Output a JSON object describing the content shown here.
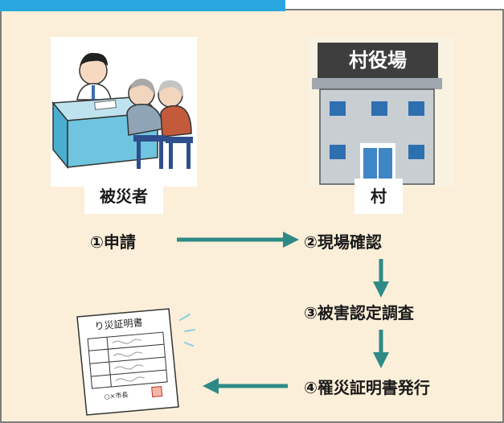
{
  "labels": {
    "victim": "被災者",
    "village": "村",
    "sign": "村役場"
  },
  "steps": {
    "apply": "①申請",
    "site_check": "②現場確認",
    "damage_survey": "③被害認定調査",
    "certificate_issue": "④罹災証明書発行"
  },
  "document": {
    "title": "り災証明書",
    "footer": "○×市長"
  },
  "colors": {
    "header_bar": "#2BA7DF",
    "panel_bg": "#FBEFD9",
    "border": "#555555",
    "arrow": "#2E8A86"
  }
}
